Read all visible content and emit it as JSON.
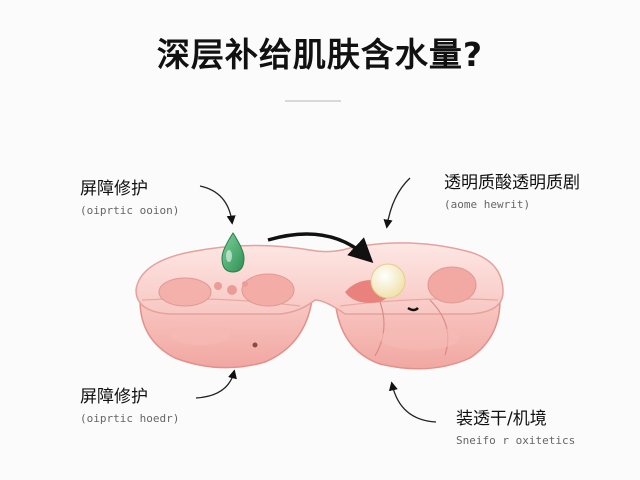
{
  "title": "深层补给肌肤含水量?",
  "labels": {
    "top_left": {
      "main": "屏障修护",
      "sub": "(oiprtic ooion)"
    },
    "top_right": {
      "main": "透明质酸透明质剧",
      "sub": "(aome hewrit)"
    },
    "bottom_left": {
      "main": "屏障修护",
      "sub": "(oiprtic hoedr)"
    },
    "bottom_right": {
      "main": "装透干/机境",
      "sub": "Sneifo r oxitetics"
    }
  },
  "colors": {
    "skin_light": "#fbd6d2",
    "skin_mid": "#f4b3ae",
    "skin_dark": "#e99590",
    "droplet": "#3fa766",
    "pearl": "#fff3c8",
    "arrow": "#111111"
  }
}
